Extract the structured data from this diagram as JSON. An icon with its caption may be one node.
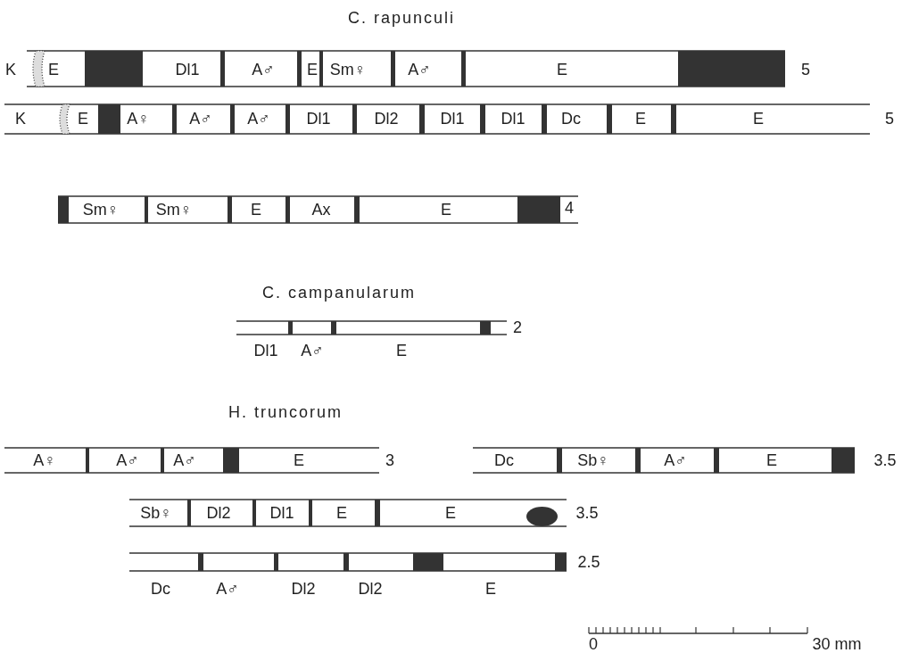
{
  "diagram": {
    "labels": [
      "C. rapunculi",
      "K",
      "E",
      "Dl1",
      "A♂",
      "E",
      "Sm♀",
      "A♂",
      "E",
      "5",
      "K",
      "E",
      "A♀",
      "A♂",
      "A♂",
      "Dl1",
      "Dl2",
      "Dl1",
      "Dl1",
      "Dc",
      "E",
      "E",
      "5",
      "Sm♀",
      "Sm♀",
      "E",
      "Ax",
      "E",
      "4",
      "C. campanularum",
      "2",
      "Dl1",
      "A♂",
      "E",
      "H. truncorum",
      "A♀",
      "A♂",
      "A♂",
      "E",
      "3",
      "Dc",
      "Sb♀",
      "A♂",
      "E",
      "3.5",
      "Sb♀",
      "Dl2",
      "Dl1",
      "E",
      "E",
      "3.5",
      "2.5",
      "Dc",
      "A♂",
      "Dl2",
      "Dl2",
      "E",
      "0",
      "30 mm"
    ]
  }
}
